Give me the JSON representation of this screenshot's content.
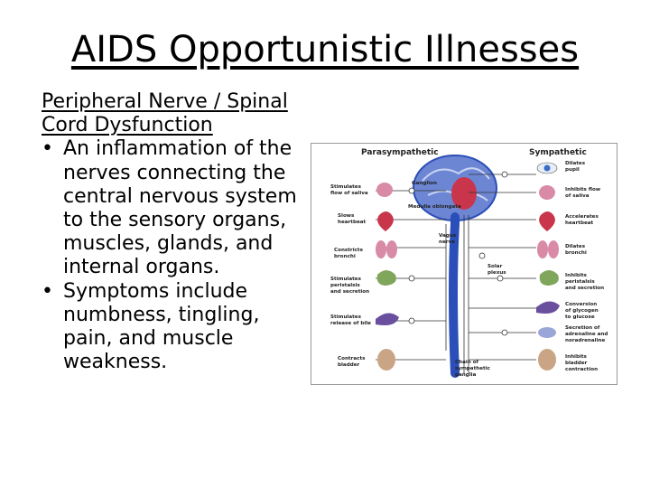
{
  "slide": {
    "title": "AIDS Opportunistic Illnesses",
    "subhead_line1": "Peripheral Nerve / Spinal",
    "subhead_line2": "Cord Dysfunction",
    "bullet_char": "•",
    "bullet1_lines": [
      "An inflammation of the",
      "nerves connecting the",
      "central nervous system",
      "to the sensory organs,",
      "muscles, glands, and",
      "internal organs."
    ],
    "bullet2_lines": [
      "Symptoms include",
      "numbness, tingling,",
      "pain, and muscle",
      "weakness."
    ]
  },
  "diagram": {
    "header_left": "Parasympathetic",
    "header_right": "Sympathetic",
    "center_labels": {
      "ganglion": "Ganglion",
      "medulla": "Medulla oblongata",
      "vagus_1": "Vagus",
      "vagus_2": "nerve",
      "solar_1": "Solar",
      "solar_2": "plexus",
      "chain_1": "Chain of",
      "chain_2": "sympathetic",
      "chain_3": "ganglia"
    },
    "left_labels": [
      [
        "Stimulates",
        "flow of saliva"
      ],
      [
        "Slows",
        "heartbeat"
      ],
      [
        "Constricts",
        "bronchi"
      ],
      [
        "Stimulates",
        "peristalsis",
        "and secretion"
      ],
      [
        "Stimulates",
        "release of bile"
      ],
      [
        "Contracts",
        "bladder"
      ]
    ],
    "right_labels": [
      [
        "Dilates",
        "pupil"
      ],
      [
        "Inhibits flow",
        "of saliva"
      ],
      [
        "Accelerates",
        "heartbeat"
      ],
      [
        "Dilates",
        "bronchi"
      ],
      [
        "Inhibits",
        "peristalsis",
        "and secretion"
      ],
      [
        "Conversion",
        "of glycogen",
        "to glucose"
      ],
      [
        "Secretion of",
        "adrenaline and",
        "noradrenaline"
      ],
      [
        "Inhibits",
        "bladder",
        "contraction"
      ]
    ],
    "colors": {
      "nerve": "#2b4fb8",
      "brain": "#6d86d4",
      "organ_red": "#c9354a",
      "organ_pink": "#d98aa6",
      "organ_green": "#7fa65a",
      "organ_purple": "#6a4f9e",
      "organ_tan": "#c9a585",
      "line": "#333333"
    }
  }
}
